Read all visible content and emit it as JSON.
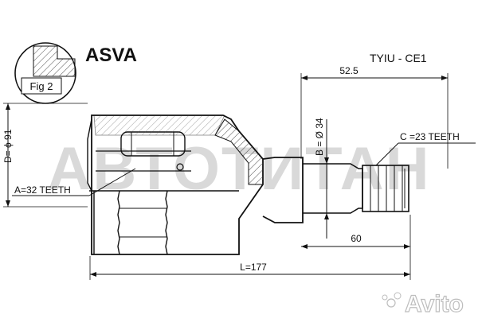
{
  "brand": "ASVA",
  "part_code": "TYIU - CE1",
  "watermark": "АВТОТИТАН",
  "avito_watermark": "Avito",
  "fig_label": "Fig 2",
  "dimensions": {
    "d_label": "D= ϕ 91",
    "a_label": "A=32 TEETH",
    "b_label": "B = Ø 34",
    "c_label": "C =23 TEETH",
    "length_label": "L=177",
    "dim_52_5": "52.5",
    "dim_60": "60"
  },
  "colors": {
    "line": "#111111",
    "watermark": "#d9d9d9"
  }
}
